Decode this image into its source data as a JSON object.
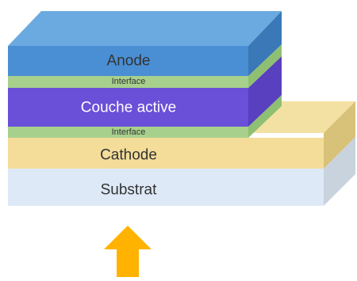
{
  "layers": {
    "anode": {
      "label": "Anode",
      "front": "#4a8fd4",
      "top": "#6aaae0",
      "side": "#3a78b8"
    },
    "interface_top": {
      "label": "Interface",
      "front": "#a8d08d",
      "side": "#8fbf72"
    },
    "active": {
      "label": "Couche active",
      "front": "#6a4fd8",
      "side": "#5840bf"
    },
    "interface_bottom": {
      "label": "Interface",
      "front": "#a8d08d",
      "side": "#8fbf72"
    },
    "cathode": {
      "label": "Cathode",
      "front": "#f3dd99",
      "top": "#f3e1a3",
      "side": "#d8c279"
    },
    "substrat": {
      "label": "Substrat",
      "front": "#dde9f6",
      "side": "#c9d3dd"
    }
  },
  "light_arrow": {
    "color": "#ffb300"
  }
}
